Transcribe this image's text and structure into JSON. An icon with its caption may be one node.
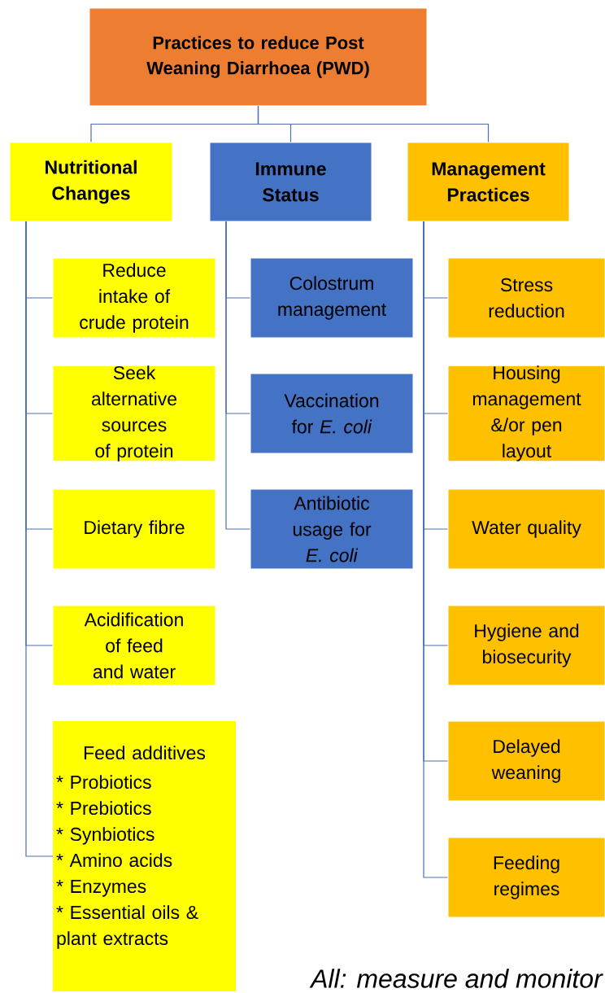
{
  "diagram": {
    "nodes": [
      {
        "text": [
          "Practices to reduce Post Weaning Diarrhoea (PWD)"
        ]
      },
      {
        "text": [
          "Nutritional Changes"
        ]
      },
      {
        "text": [
          "Immune Status"
        ]
      },
      {
        "text": [
          "Management Practices"
        ]
      },
      {
        "text": [
          "Reduce intake of crude protein"
        ]
      },
      {
        "text": [
          "Seek alternative sources of protein"
        ]
      },
      {
        "text": [
          "Dietary fibre"
        ]
      },
      {
        "text": [
          "Acidification of feed and water"
        ]
      },
      {
        "text": [
          "Feed additives",
          "* Probiotics",
          "* Prebiotics",
          "* Synbiotics",
          "* Amino acids",
          "* Enzymes",
          "* Essential oils & plant extracts"
        ]
      },
      {
        "text": [
          "Colostrum management"
        ]
      },
      {
        "text": [
          "Vaccination for *E. coli*"
        ]
      },
      {
        "text": [
          "Antibiotic usage for *E. coli*"
        ]
      },
      {
        "text": [
          "Stress reduction"
        ]
      },
      {
        "text": [
          "Housing management &/or pen layout"
        ]
      },
      {
        "text": [
          "Water quality"
        ]
      },
      {
        "text": [
          "Hygiene and biosecurity"
        ]
      },
      {
        "text": [
          "Delayed weaning"
        ]
      },
      {
        "text": [
          "Feeding regimes"
        ]
      }
    ],
    "edges": [
      {
        "from": 0,
        "to": 1,
        "arrow": "none"
      },
      {
        "from": 0,
        "to": 2,
        "arrow": "none"
      },
      {
        "from": 0,
        "to": 3,
        "arrow": "none"
      },
      {
        "from": 1,
        "to": 4,
        "arrow": "none"
      },
      {
        "from": 1,
        "to": 5,
        "arrow": "none"
      },
      {
        "from": 1,
        "to": 6,
        "arrow": "none"
      },
      {
        "from": 1,
        "to": 7,
        "arrow": "none"
      },
      {
        "from": 1,
        "to": 8,
        "arrow": "none"
      },
      {
        "from": 2,
        "to": 9,
        "arrow": "none"
      },
      {
        "from": 2,
        "to": 10,
        "arrow": "none"
      },
      {
        "from": 2,
        "to": 11,
        "arrow": "none"
      },
      {
        "from": 3,
        "to": 12,
        "arrow": "none"
      },
      {
        "from": 3,
        "to": 13,
        "arrow": "none"
      },
      {
        "from": 3,
        "to": 14,
        "arrow": "none"
      },
      {
        "from": 3,
        "to": 15,
        "arrow": "none"
      },
      {
        "from": 3,
        "to": 16,
        "arrow": "none"
      },
      {
        "from": 3,
        "to": 17,
        "arrow": "none"
      }
    ],
    "labels": [
      "All: measure and monitor"
    ]
  }
}
